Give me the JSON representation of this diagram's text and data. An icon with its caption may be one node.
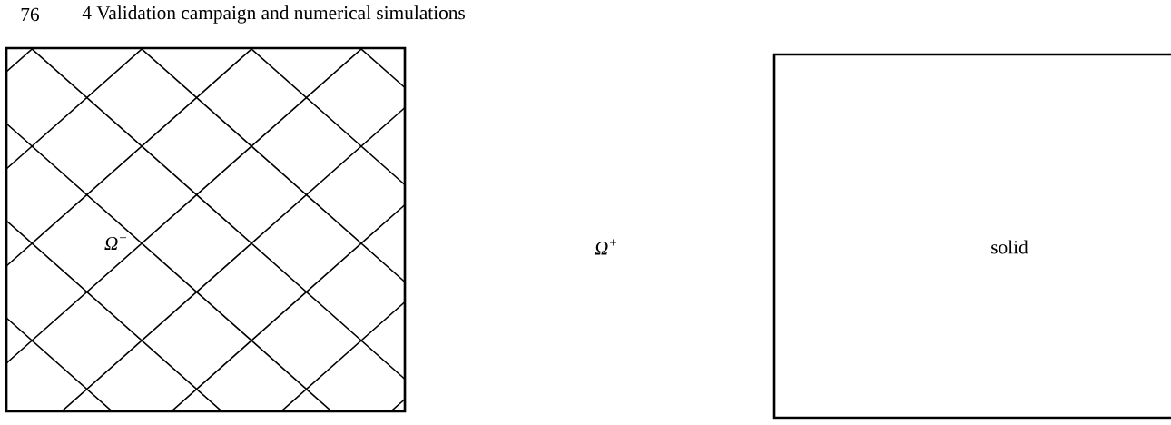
{
  "diagram": {
    "nodes": [
      {
        "text": [
          "Ω$^{−}$"
        ]
      },
      {
        "text": [
          "solid"
        ]
      }
    ],
    "labels": [
      "76",
      "4  Validation campaign and numerical simulations",
      "Ω$^{+}$"
    ]
  }
}
